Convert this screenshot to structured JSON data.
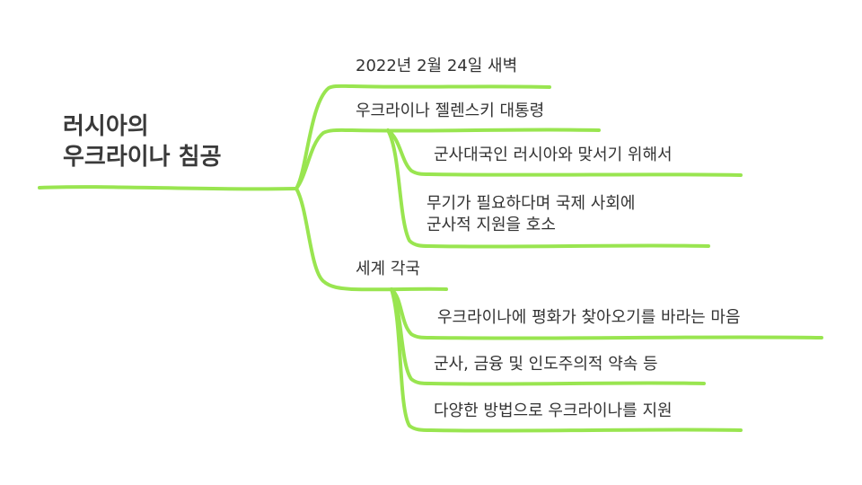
{
  "mindmap": {
    "root": {
      "line1": "러시아의",
      "line2": "우크라이나 침공"
    },
    "branches": [
      {
        "label": "2022년 2월 24일 새벽"
      },
      {
        "label": "우크라이나 젤렌스키 대통령",
        "children": [
          {
            "label": "군사대국인 러시아와 맞서기 위해서"
          },
          {
            "line1": "무기가 필요하다며 국제 사회에",
            "line2": "군사적 지원을 호소"
          }
        ]
      },
      {
        "label": "세계 각국",
        "children": [
          {
            "label": "우크라이나에 평화가 찾아오기를 바라는 마음"
          },
          {
            "label": "군사, 금융 및 인도주의적 약속 등"
          },
          {
            "label": "다양한 방법으로 우크라이나를 지원"
          }
        ]
      }
    ]
  },
  "colors": {
    "branch_stroke": "#99e550",
    "text": "#333333"
  }
}
